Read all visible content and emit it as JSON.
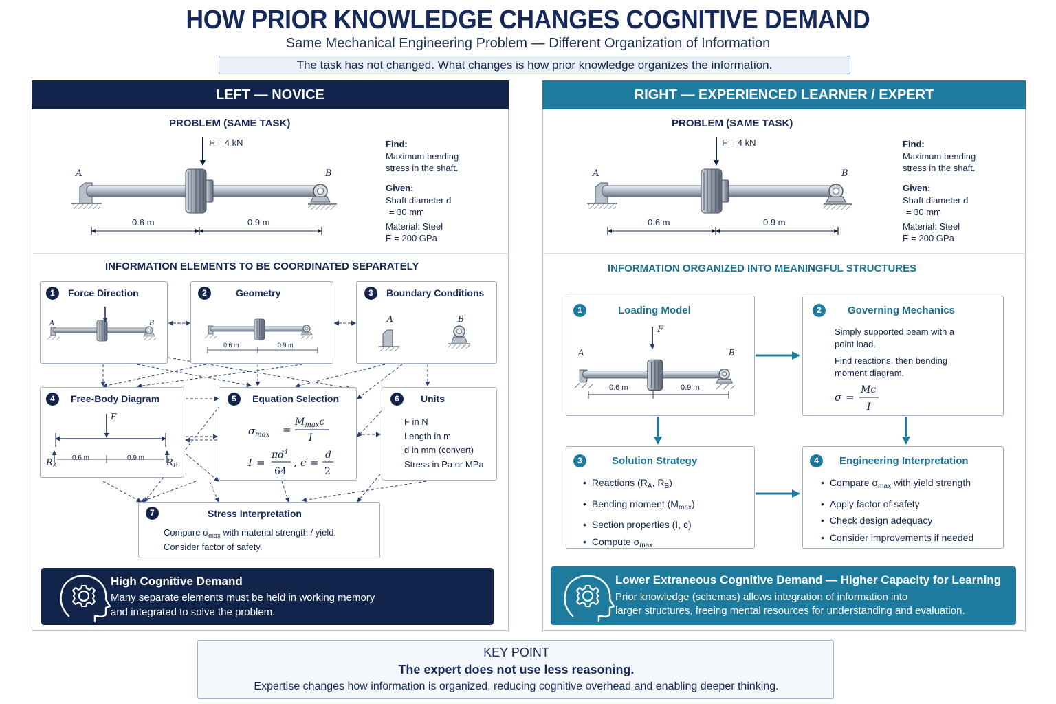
{
  "title": "HOW PRIOR KNOWLEDGE CHANGES COGNITIVE DEMAND",
  "subtitle": "Same Mechanical Engineering Problem — Different Organization of Information",
  "note": "The task has not changed. What changes is how prior knowledge organizes the information.",
  "colors": {
    "navy": "#13244a",
    "teal": "#1e7b9e",
    "border": "#b4c3d9"
  },
  "problem": {
    "heading": "PROBLEM (SAME TASK)",
    "force": "F = 4 kN",
    "support_a": "A",
    "support_b": "B",
    "dim_1": "0.6 m",
    "dim_2": "0.9 m",
    "find_label": "Find:",
    "find_text_1": "Maximum bending",
    "find_text_2": "stress in the shaft.",
    "given_label": "Given:",
    "given_1": "Shaft diameter d",
    "given_2": "= 30 mm",
    "given_3": "Material: Steel",
    "given_4": "E = 200 GPa"
  },
  "left": {
    "header": "LEFT — NOVICE",
    "section_heading": "INFORMATION ELEMENTS TO BE COORDINATED SEPARATELY",
    "boxes": [
      {
        "n": "1",
        "title": "Force Direction"
      },
      {
        "n": "2",
        "title": "Geometry"
      },
      {
        "n": "3",
        "title": "Boundary Conditions"
      },
      {
        "n": "4",
        "title": "Free-Body Diagram"
      },
      {
        "n": "5",
        "title": "Equation Selection"
      },
      {
        "n": "6",
        "title": "Units"
      },
      {
        "n": "7",
        "title": "Stress Interpretation"
      }
    ],
    "fbd_force": "F",
    "fbd_ra": "R",
    "fbd_rb": "R",
    "fbd_ra_sub": "A",
    "fbd_rb_sub": "B",
    "units_lines": [
      "F in N",
      "Length in m",
      "d in mm (convert)",
      "Stress in Pa or MPa"
    ],
    "stress_text_1": "Compare σ",
    "stress_text_sub": "max",
    "stress_text_2": " with material strength / yield.",
    "stress_text_3": "Consider factor of safety.",
    "banner_title": "High Cognitive Demand",
    "banner_line_1": "Many separate elements must be held in working memory",
    "banner_line_2": "and integrated to solve the problem."
  },
  "right": {
    "header": "RIGHT — EXPERIENCED LEARNER / EXPERT",
    "section_heading": "INFORMATION ORGANIZED INTO MEANINGFUL STRUCTURES",
    "box1_title": "Loading Model",
    "box2_title": "Governing Mechanics",
    "box2_line_1": "Simply supported beam with a",
    "box2_line_2": "point load.",
    "box2_line_3": "Find reactions, then bending",
    "box2_line_4": "moment diagram.",
    "box3_title": "Solution Strategy",
    "box3_items": [
      "Reactions (R",
      "Bending moment (M",
      "Section properties (I, c)",
      "Compute σ"
    ],
    "box4_title": "Engineering Interpretation",
    "box4_items": [
      "Compare σ",
      "Apply factor of safety",
      "Check design adequacy",
      "Consider improvements if needed"
    ],
    "box4_item1_rest": " with yield strength",
    "box1_force": "F",
    "banner_title": "Lower Extraneous Cognitive Demand — Higher Capacity for Learning",
    "banner_line_1": "Prior knowledge (schemas) allows integration of information into",
    "banner_line_2": "larger structures, freeing mental resources for understanding and evaluation."
  },
  "key_point": {
    "heading": "KEY POINT",
    "line_1": "The expert does not use less reasoning.",
    "line_2": "Expertise changes how information is organized, reducing cognitive overhead and enabling deeper thinking."
  },
  "icons": [
    "head-gear-icon",
    "shaft-gear-icon",
    "pin-support-icon",
    "roller-support-icon",
    "arrow-icon"
  ]
}
